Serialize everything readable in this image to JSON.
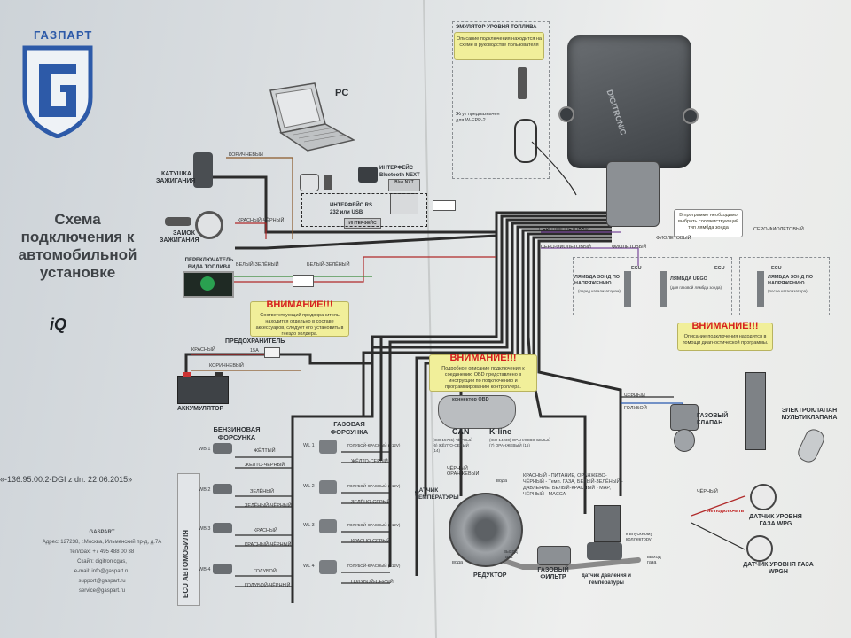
{
  "brand": {
    "name": "ГАЗПАРТ",
    "logo_letter": "G",
    "color": "#2d5aa8"
  },
  "title": {
    "line1": "Схема",
    "line2": "подключения к",
    "line3": "автомобильной",
    "line4": "установке"
  },
  "model": "iQ",
  "doc_code": "«-136.95.00.2-DGI z dn. 22.06.2015»",
  "company": {
    "name": "GASPART",
    "address": "Адрес: 127238, г.Москва, Ильменский пр-д, д.7А",
    "phone": "тел/фах: +7 495 488 00 38",
    "skype": "Скайп: digitronicgas,",
    "email": "e-mail: info@gaspart.ru",
    "support": "support@gaspart.ru",
    "service": "service@gaspart.ru"
  },
  "pc": {
    "label": "PC"
  },
  "interfaces": {
    "bluetooth": "ИНТЕРФЕЙС Bluetooth NEXT",
    "bluetooth_chip": "Blue NXT",
    "rs232": "ИНТЕРФЕЙС RS 232 или USB",
    "rs232_chip": "ИНТЕРФЕЙС"
  },
  "components": {
    "ignition_coil": "КАТУШКА ЗАЖИГАНИЯ",
    "ignition_lock": "ЗАМОК ЗАЖИГАНИЯ",
    "fuel_switch": "ПЕРЕКЛЮЧАТЕЛЬ ВИДА ТОПЛИВА",
    "fuse": "ПРЕДОХРАНИТЕЛЬ",
    "fuse_rating": "15A",
    "battery": "АККУМУЛЯТОР",
    "petrol_injector": "БЕНЗИНОВАЯ ФОРСУНКА",
    "gas_injector": "ГАЗОВАЯ ФОРСУНКА",
    "ecu_car": "ECU АВТОМОБИЛЯ",
    "obd_connector": "коннектор OBD",
    "can": "CAN",
    "kline": "K-line",
    "temp_sensor": "ДАТЧИК ТЕМПЕРАТУРЫ",
    "reducer": "РЕДУКТОР",
    "gas_filter": "ГАЗОВЫЙ ФИЛЬТР",
    "pressure_sensor": "датчик давления и температуры",
    "gas_valve": "ГАЗОВЫЙ КЛАПАН",
    "multivalve": "ЭЛЕКТРОКЛАПАН МУЛЬТИКЛАПАНА",
    "level_sensor_wpg": "ДАТЧИК УРОВНЯ ГАЗА WPG",
    "level_sensor_wpgh": "ДАТЧИК УРОВНЯ ГАЗА WPGH",
    "fuel_emulator": "ЭМУЛЯТОР УРОВНЯ ТОПЛИВА",
    "ecu_brand": "DIGITRONIC",
    "lambda1": "ЛЯМБДА ЗОНД ПО НАПРЯЖЕНИЮ",
    "lambda2": "ЛЯМБДА UEGO",
    "lambda3": "ЛЯМБДА ЗОНД ПО НАПРЯЖЕНИЮ",
    "ecu_tag": "ECU",
    "water_in": "вода",
    "water_out": "вода",
    "gas_in": "вход газа",
    "gas_out": "выход газа",
    "to_collector": "к впускному коллектору",
    "gas_exit": "выход газа"
  },
  "notes": {
    "emulator_note": "Описание подключения находится на схеме в руководстве пользователя",
    "emulator_wire": "Жгут предназначен для W-EPP-2",
    "lambda_note": "В программе необходимо выбрать соответствующий тип лямбда зонда",
    "lambda1_sub": "(перед катализатором)",
    "lambda2_sub": "(для газовой лямбда зонда)",
    "lambda3_sub": "(после катализатора)",
    "obd_can": "(ISO 15765) ЧЁРНЫЙ (6) ЖЁЛТО-СЕРЫЙ (14)",
    "obd_kline": "(ISO 14230) ОРАНЖЕВО-БЕЛЫЙ (7) ОРАНЖЕВЫЙ (15)",
    "no_connect": "не подключать",
    "sensor_wires": "КРАСНЫЙ - ПИТАНИЕ, ОРАНЖЕВО-ЧЁРНЫЙ - Темп. ГАЗА, БЕЛЫЙ-ЗЕЛЁНЫЙ - ДАВЛЕНИЕ, БЕЛЫЙ-КРАСНЫЙ - MAP, ЧЁРНЫЙ - МАССА"
  },
  "warnings": [
    {
      "head": "ВНИМАНИЕ!!!",
      "text": "Соответствующий предохранитель находится отдельно в составе аксессуаров, следует его установить в гнездо холдера."
    },
    {
      "head": "ВНИМАНИЕ!!!",
      "text": "Подробное описание подключения к соединению OBD представлено в инструкции по подключению и программированию контроллера."
    },
    {
      "head": "ВНИМАНИЕ!!!",
      "text": "Описание подключения находится в помощи диагностической программы."
    }
  ],
  "wires": {
    "brown": "КОРИЧНЕВЫЙ",
    "red_black": "КРАСНЫЙ-ЧЁРНЫЙ",
    "white_green": "БЕЛЫЙ-ЗЕЛЁНЫЙ",
    "black": "ЧЁРНЫЙ",
    "red": "КРАСНЫЙ",
    "brown2": "КОРИЧНЕВЫЙ",
    "grey_violet": "СЕРО-ФИОЛЕТОВЫЙ",
    "violet": "ФИОЛЕТОВЫЙ",
    "blue": "ГОЛУБОЙ",
    "black_orange": "ЧЁРНЫЙ ОРАНЖЕВЫЙ"
  },
  "petrol_rows": [
    {
      "id": "WB 1",
      "label": "ЖЁЛТЫЙ",
      "label2": "ЖЕЛТО-ЧЕРНЫЙ"
    },
    {
      "id": "WB 2",
      "label": "ЗЕЛЁНЫЙ",
      "label2": "ЗЕЛЁНЫЙ-ЧЁРНЫЙ"
    },
    {
      "id": "WB 3",
      "label": "КРАСНЫЙ",
      "label2": "КРАСНЫЙ-ЧЁРНЫЙ"
    },
    {
      "id": "WB 4",
      "label": "ГОЛУБОЙ",
      "label2": "ГОЛУБОЙ-ЧЁРНЫЙ"
    }
  ],
  "gas_rows": [
    {
      "id": "WL 1",
      "label": "ГОЛУБОЙ-КРАСНЫЙ (+12V)",
      "label2": "ЖЁЛТО-СЕРЫЙ"
    },
    {
      "id": "WL 2",
      "label": "ГОЛУБОЙ-КРАСНЫЙ (+12V)",
      "label2": "ЗЕЛЁНО-СЕРЫЙ"
    },
    {
      "id": "WL 3",
      "label": "ГОЛУБОЙ-КРАСНЫЙ (+12V)",
      "label2": "КРАСНО-СЕРЫЙ"
    },
    {
      "id": "WL 4",
      "label": "ГОЛУБОЙ-КРАСНЫЙ (+12V)",
      "label2": "ГОЛУБОЙ-СЕРЫЙ"
    }
  ]
}
